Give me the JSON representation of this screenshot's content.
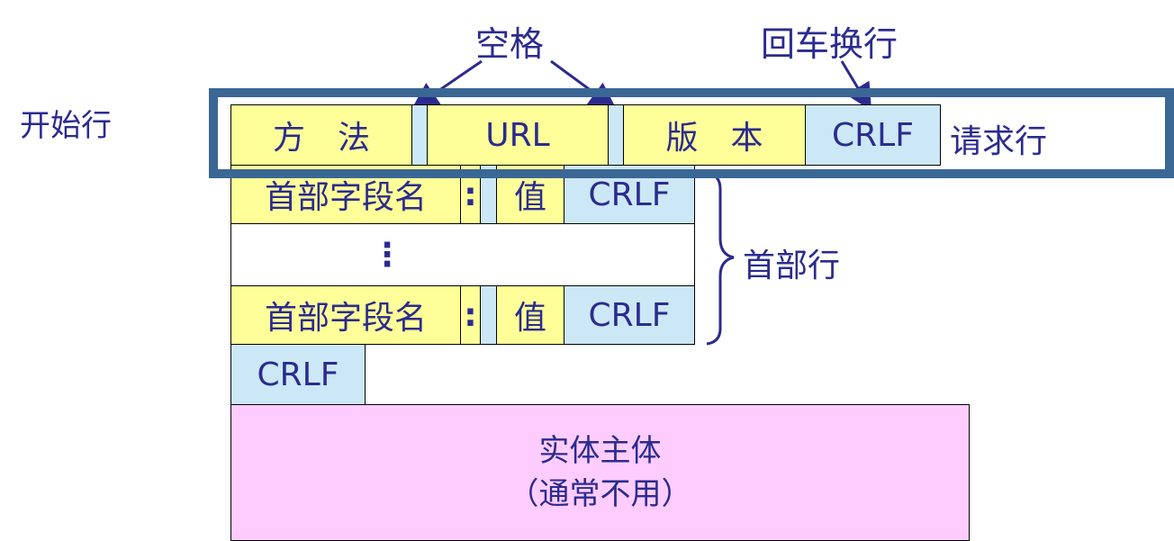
{
  "labels": {
    "start_line": "开始行",
    "space": "空格",
    "crlf_desc": "回车换行",
    "request_line": "请求行",
    "header_lines": "首部行"
  },
  "request_line": {
    "method": "方　法",
    "url": "URL",
    "version": "版　本",
    "crlf": "CRLF"
  },
  "header_rows": [
    {
      "field": "首部字段名",
      "colon": ":",
      "value": "值",
      "crlf": "CRLF"
    },
    {
      "field": "首部字段名",
      "colon": ":",
      "value": "值",
      "crlf": "CRLF"
    }
  ],
  "ellipsis": "⋮",
  "blank_line": "CRLF",
  "entity_body": {
    "line1": "实体主体",
    "line2": "（通常不用）"
  },
  "colors": {
    "yellow": "#ffff99",
    "blue": "#cce8f6",
    "pink": "#ffccff",
    "frame": "#3b6795",
    "text": "#2b2b8f"
  }
}
